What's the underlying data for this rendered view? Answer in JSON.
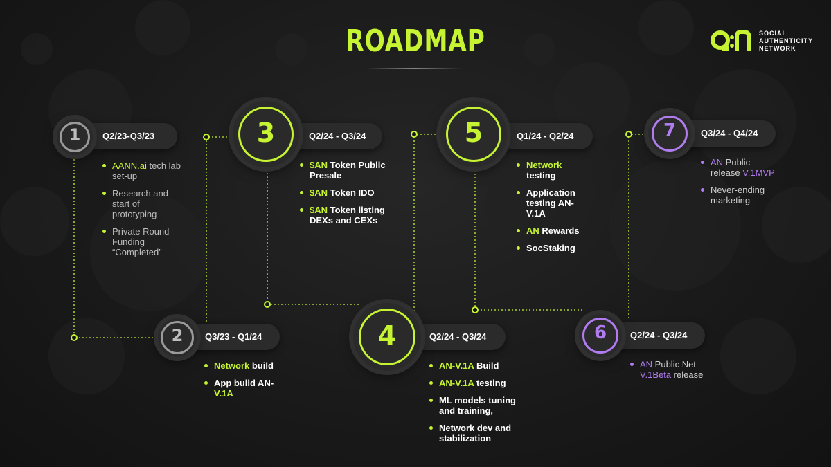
{
  "title": "ROADMAP",
  "logo": {
    "mark": "Q:N",
    "lines": [
      "SOCIAL",
      "AUTHENTICITY",
      "NETWORK"
    ]
  },
  "colors": {
    "accent": "#c6f432",
    "purple": "#b07cf0",
    "gray": "#9a9a9a",
    "background": "#161616"
  },
  "milestones": [
    {
      "number": "1",
      "period": "Q2/23-Q3/23",
      "items": [
        {
          "hl": "AANN.ai",
          "text": " tech lab set-up"
        },
        {
          "hl": "",
          "text": "Research and start of prototyping"
        },
        {
          "hl": "",
          "text": "Private Round Funding “Completed”"
        }
      ]
    },
    {
      "number": "2",
      "period": "Q3/23 - Q1/24",
      "items": [
        {
          "hl": "Network",
          "text": " build"
        },
        {
          "hl": "",
          "text": "App build AN-",
          "tail": "V.1A"
        }
      ]
    },
    {
      "number": "3",
      "period": "Q2/24 - Q3/24",
      "items": [
        {
          "hl": "$AN",
          "text": " Token Public Presale"
        },
        {
          "hl": "$AN",
          "text": " Token IDO"
        },
        {
          "hl": "$AN",
          "text": " Token listing DEXs and CEXs"
        }
      ]
    },
    {
      "number": "4",
      "period": "Q2/24 - Q3/24",
      "items": [
        {
          "hl": "AN-V.1A",
          "text": " Build"
        },
        {
          "hl": "AN-V.1A",
          "text": " testing"
        },
        {
          "hl": "",
          "text": "ML models tuning and training,"
        },
        {
          "hl": "",
          "text": "Network dev and stabilization"
        }
      ]
    },
    {
      "number": "5",
      "period": "Q1/24 - Q2/24",
      "items": [
        {
          "hl": "Network",
          "text": " testing"
        },
        {
          "hl": "",
          "text": "Application testing AN-V.1A"
        },
        {
          "hl": "AN",
          "text": " Rewards"
        },
        {
          "hl": "",
          "text": "SocStaking"
        }
      ]
    },
    {
      "number": "6",
      "period": "Q2/24 - Q3/24",
      "items": [
        {
          "hl": "AN",
          "text": " Public Net ",
          "tail": "V.1Beta",
          "after": " release"
        }
      ]
    },
    {
      "number": "7",
      "period": "Q3/24 - Q4/24",
      "items": [
        {
          "hl": "AN",
          "text": " Public release ",
          "tail": "V.1MVP"
        },
        {
          "hl": "",
          "text": "Never-ending marketing"
        }
      ]
    }
  ]
}
